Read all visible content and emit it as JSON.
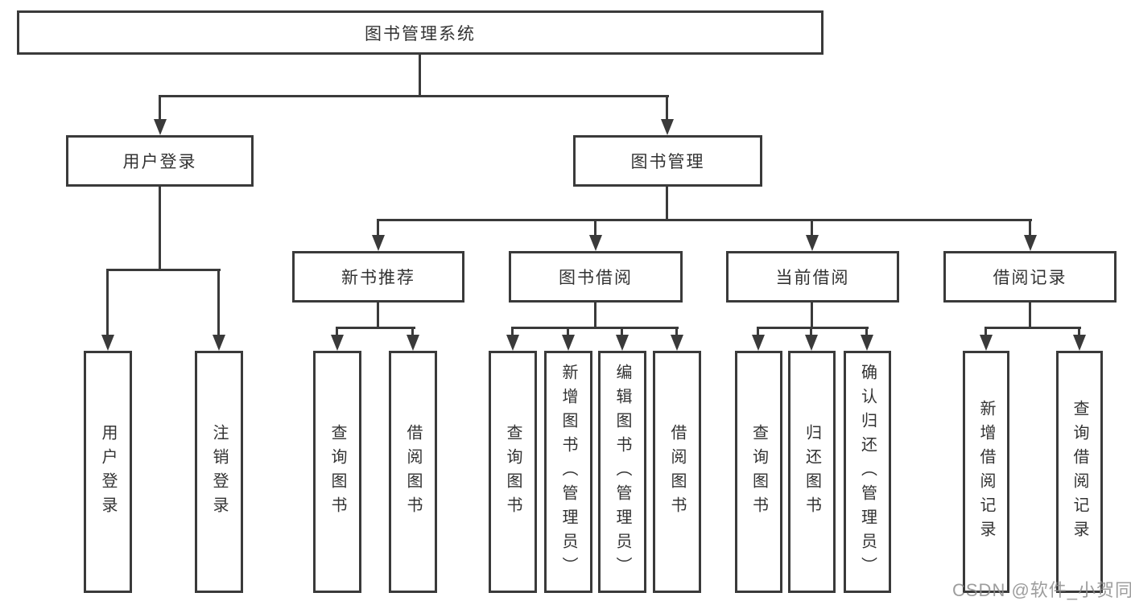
{
  "tree": {
    "root": "图书管理系统",
    "branches": [
      {
        "label": "用户登录",
        "leaves": [
          "用户登录",
          "注销登录"
        ]
      },
      {
        "label": "图书管理",
        "groups": [
          {
            "label": "新书推荐",
            "leaves": [
              "查询图书",
              "借阅图书"
            ]
          },
          {
            "label": "图书借阅",
            "leaves": [
              "查询图书",
              "新增图书（管理员）",
              "编辑图书（管理员）",
              "借阅图书"
            ]
          },
          {
            "label": "当前借阅",
            "leaves": [
              "查询图书",
              "归还图书",
              "确认归还（管理员）"
            ]
          },
          {
            "label": "借阅记录",
            "leaves": [
              "新增借阅记录",
              "查询借阅记录"
            ]
          }
        ]
      }
    ]
  },
  "watermark": "CSDN @软件_小贺同学",
  "colors": {
    "line": "#3a3a3a",
    "text": "#333333",
    "watermark": "#8c8c8c",
    "background": "#ffffff"
  }
}
